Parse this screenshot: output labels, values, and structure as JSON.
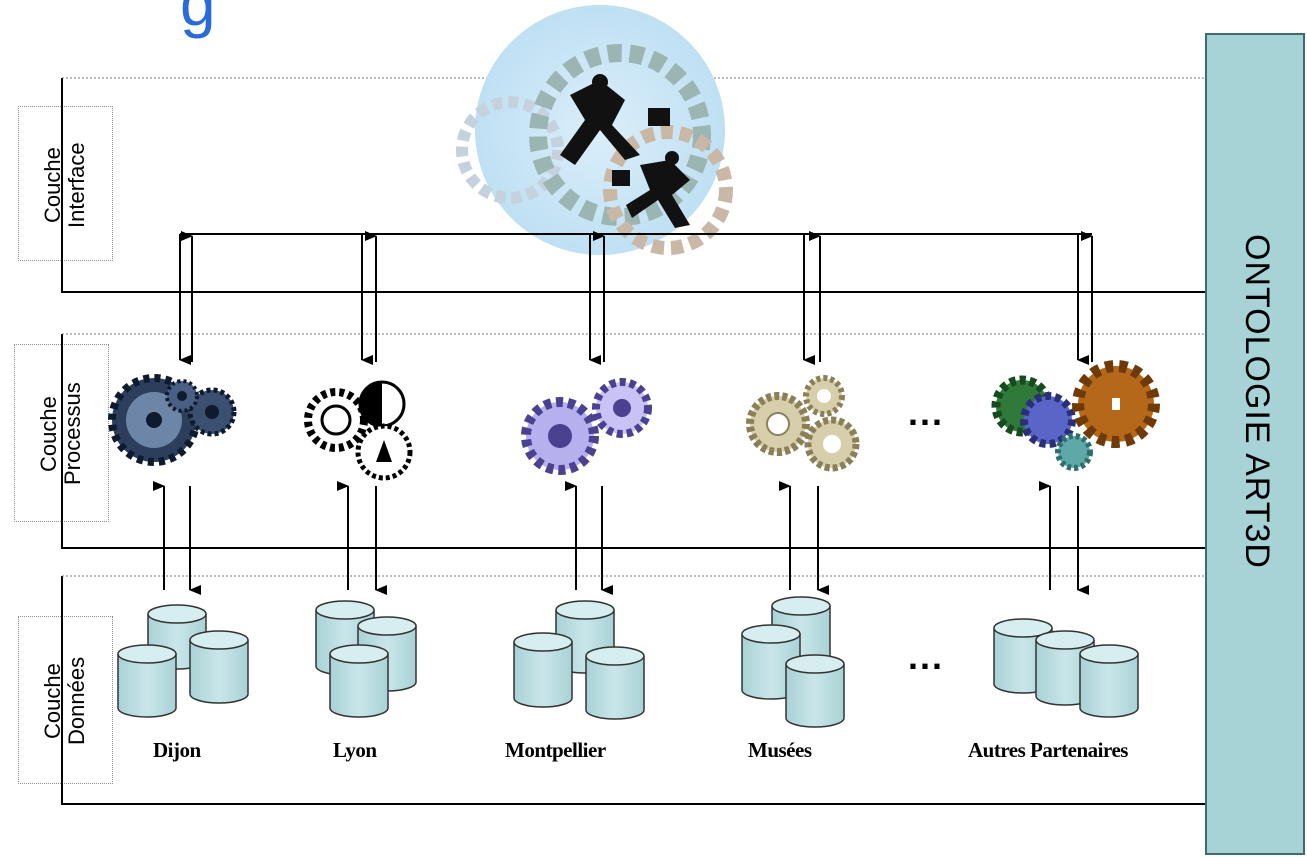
{
  "title_fragment": "g",
  "ontology": {
    "label": "ONTOLOGIE ART3D"
  },
  "layers": {
    "interface": "Couche\nInterface",
    "processus": "Couche\nProcessus",
    "donnees": "Couche\nDonnées"
  },
  "partners": {
    "dijon": "Dijon",
    "lyon": "Lyon",
    "montpellier": "Montpellier",
    "musees": "Musées",
    "autres": "Autres Partenaires"
  },
  "ellipsis": "...",
  "colors": {
    "ontology_panel": "#a7d3d7",
    "database": "#b7dde1",
    "gear_blue": "#2c3e5c",
    "gear_lavender": "#b7b0ee",
    "gear_bronze": "#b9ae86",
    "gear_green": "#2f7a3a",
    "gear_orange": "#b5671a"
  }
}
